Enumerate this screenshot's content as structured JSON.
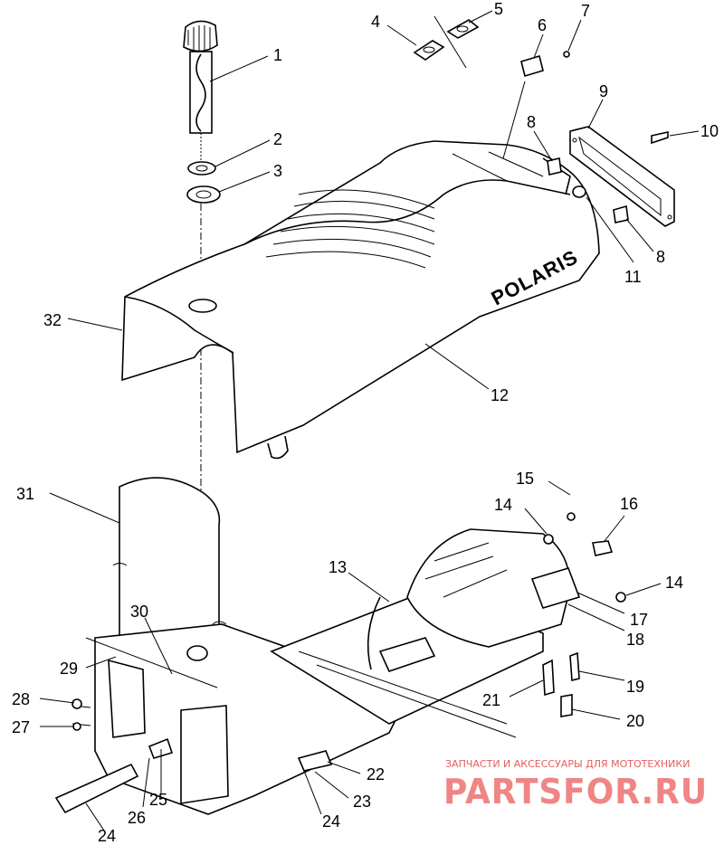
{
  "diagram": {
    "brand_mark": "POLARIS",
    "callouts": [
      {
        "id": "c1",
        "label": "1"
      },
      {
        "id": "c2",
        "label": "2"
      },
      {
        "id": "c3",
        "label": "3"
      },
      {
        "id": "c4",
        "label": "4"
      },
      {
        "id": "c5",
        "label": "5"
      },
      {
        "id": "c6",
        "label": "6"
      },
      {
        "id": "c7",
        "label": "7"
      },
      {
        "id": "c8a",
        "label": "8"
      },
      {
        "id": "c8b",
        "label": "8"
      },
      {
        "id": "c9",
        "label": "9"
      },
      {
        "id": "c10",
        "label": "10"
      },
      {
        "id": "c11",
        "label": "11"
      },
      {
        "id": "c12",
        "label": "12"
      },
      {
        "id": "c13",
        "label": "13"
      },
      {
        "id": "c14a",
        "label": "14"
      },
      {
        "id": "c14b",
        "label": "14"
      },
      {
        "id": "c15",
        "label": "15"
      },
      {
        "id": "c16",
        "label": "16"
      },
      {
        "id": "c17",
        "label": "17"
      },
      {
        "id": "c18",
        "label": "18"
      },
      {
        "id": "c19",
        "label": "19"
      },
      {
        "id": "c20",
        "label": "20"
      },
      {
        "id": "c21",
        "label": "21"
      },
      {
        "id": "c22",
        "label": "22"
      },
      {
        "id": "c23",
        "label": "23"
      },
      {
        "id": "c24a",
        "label": "24"
      },
      {
        "id": "c24b",
        "label": "24"
      },
      {
        "id": "c25",
        "label": "25"
      },
      {
        "id": "c26",
        "label": "26"
      },
      {
        "id": "c27",
        "label": "27"
      },
      {
        "id": "c28",
        "label": "28"
      },
      {
        "id": "c29",
        "label": "29"
      },
      {
        "id": "c30",
        "label": "30"
      },
      {
        "id": "c31",
        "label": "31"
      },
      {
        "id": "c32",
        "label": "32"
      }
    ]
  },
  "watermark": {
    "tagline": "ЗАПЧАСТИ И АКСЕССУАРЫ ДЛЯ МОТОТЕХНИКИ",
    "site": "PARTSFOR.RU"
  }
}
